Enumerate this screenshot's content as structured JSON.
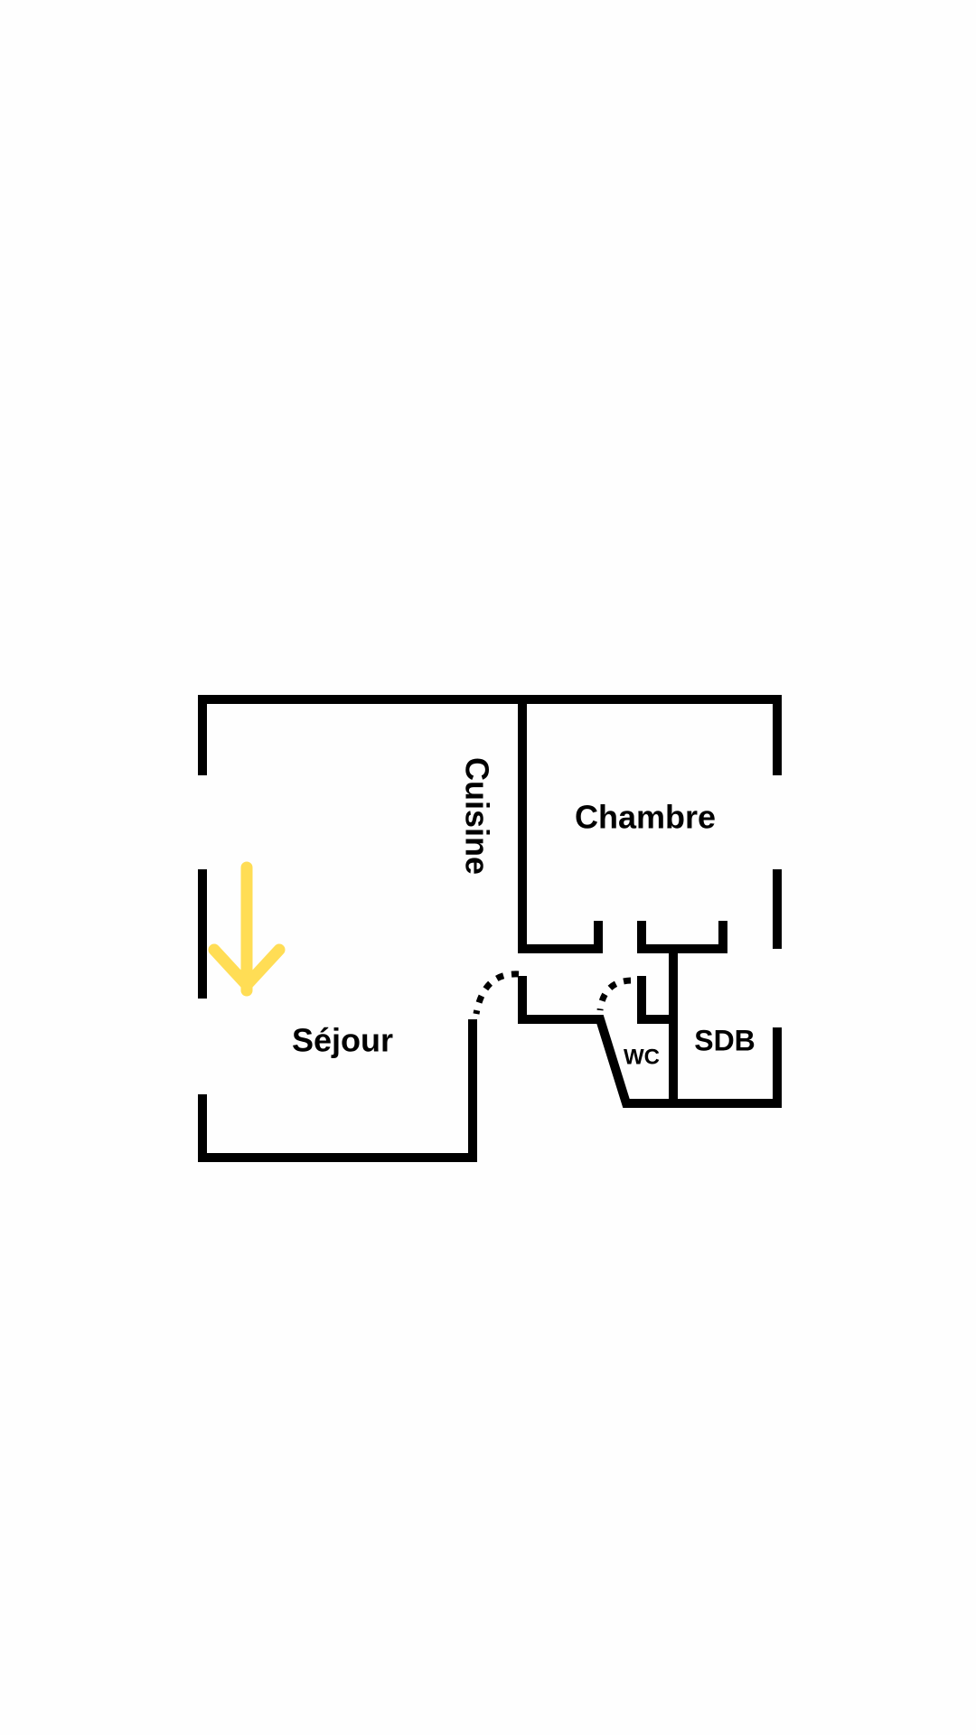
{
  "floorplan": {
    "rooms": {
      "sejour": "Séjour",
      "cuisine": "Cuisine",
      "chambre": "Chambre",
      "wc": "WC",
      "sdb": "SDB"
    },
    "colors": {
      "walls": "#000000",
      "arrow": "#FFDD55",
      "background": "#FEFEFE"
    },
    "entrance_icon": "arrow-down-icon"
  }
}
